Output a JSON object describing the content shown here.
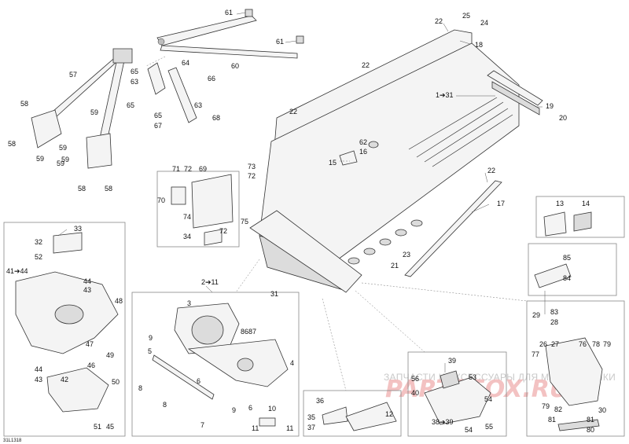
{
  "diagram": {
    "drawing_code": "31L1318",
    "watermark_text": "ЗАПЧАСТИ И АКСЕССУАРЫ ДЛЯ МОТОТЕХНИКИ",
    "watermark_logo": "PARTSFOX.RU",
    "labels": {
      "l61a": "61",
      "l61b": "61",
      "l60": "60",
      "l22a": "22",
      "l25": "25",
      "l24": "24",
      "l18": "18",
      "l22b": "22",
      "l22c": "22",
      "l1to31": "1➔31",
      "l19": "19",
      "l20": "20",
      "l57": "57",
      "l64": "64",
      "l65a": "65",
      "l63a": "63",
      "l66": "66",
      "l65b": "65",
      "l63b": "63",
      "l65c": "65",
      "l67": "67",
      "l68": "68",
      "l58a": "58",
      "l58b": "58",
      "l59a": "59",
      "l59b": "59",
      "l59c": "59",
      "l59d": "59",
      "l59e": "59",
      "l58c": "58",
      "l58d": "58",
      "l62": "62",
      "l16": "16",
      "l15": "15",
      "l71": "71",
      "l72a": "72",
      "l69": "69",
      "l73": "73",
      "l72b": "72",
      "l70": "70",
      "l74": "74",
      "l75": "75",
      "l72c": "72",
      "l34": "34",
      "l22d": "22",
      "l17": "17",
      "l13": "13",
      "l14": "14",
      "l33": "33",
      "l32": "32",
      "l52": "52",
      "l41to44": "41➔44",
      "l44a": "44",
      "l43a": "43",
      "l48": "48",
      "l47": "47",
      "l49": "49",
      "l46": "46",
      "l44b": "44",
      "l43b": "43",
      "l42": "42",
      "l50": "50",
      "l51": "51",
      "l45": "45",
      "l23": "23",
      "l21": "21",
      "l31": "31",
      "l85": "85",
      "l84": "84",
      "l2to11": "2➔11",
      "l3": "3",
      "l9a": "9",
      "l86_87": "8687",
      "l5": "5",
      "l4": "4",
      "l8a": "8",
      "l6a": "6",
      "l8b": "8",
      "l7": "7",
      "l9b": "9",
      "l6b": "6",
      "l10": "10",
      "l11a": "11",
      "l11b": "11",
      "l36": "36",
      "l12": "12",
      "l35": "35",
      "l37": "37",
      "l39": "39",
      "l56": "56",
      "l53": "53",
      "l40": "40",
      "l54a": "54",
      "l38to39": "38➔39",
      "l54b": "54",
      "l55": "55",
      "l83": "83",
      "l29": "29",
      "l28": "28",
      "l26": "26",
      "l27": "27",
      "l76": "76",
      "l78": "78",
      "l79a": "79",
      "l77": "77",
      "l79b": "79",
      "l82": "82",
      "l30": "30",
      "l81a": "81",
      "l81b": "81",
      "l80": "80"
    }
  }
}
